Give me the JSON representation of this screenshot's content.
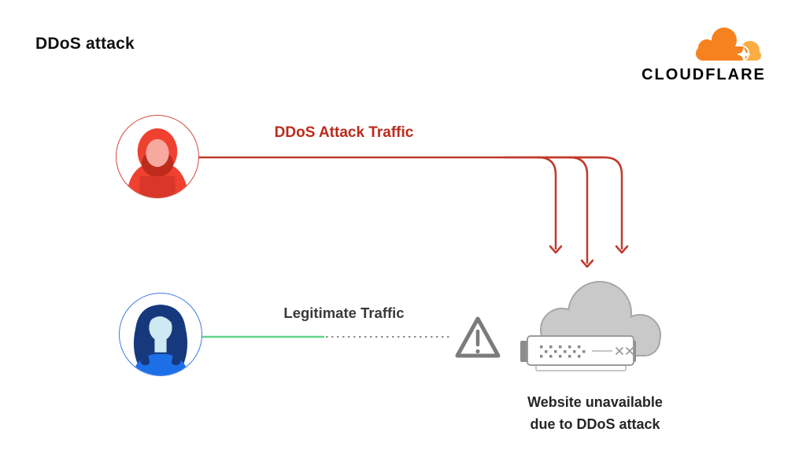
{
  "page": {
    "background": "#ffffff",
    "title": "DDoS attack"
  },
  "logo": {
    "wordmark": "CLOUDFLARE",
    "colors": {
      "cloud": "#F6821F",
      "cloud_light": "#FBAD41",
      "text": "#000000"
    }
  },
  "attack": {
    "label": "DDoS Attack Traffic",
    "arrow_count": 3,
    "colors": {
      "label": "#BB2A1B",
      "line": "#C13A2C"
    },
    "actor_colors": {
      "ring": "#D4473C",
      "hood": "#EF4130",
      "hood_shadow": "#BE2B1D",
      "face": "#F7A9A0",
      "laptop": "#D8372A"
    }
  },
  "legitimate": {
    "label": "Legitimate Traffic",
    "colors": {
      "label": "#3A3A3A",
      "line_green": "#5FD68B",
      "line_dotted": "#8F8F8F"
    },
    "actor_colors": {
      "ring": "#3B7BE8",
      "hair": "#16397E",
      "face": "#CFE9F2",
      "shirt": "#1D6FE8"
    }
  },
  "warning": {
    "color": "#7B7B7B"
  },
  "website": {
    "caption_line1": "Website unavailable",
    "caption_line2": "due to DDoS attack",
    "colors": {
      "cloud": "#C9C9C9",
      "cloud_stroke": "#A6A6A6",
      "server_fill": "#FFFFFF",
      "server_border": "#9B9B9B",
      "server_tab": "#8C8C8C",
      "server_dots": "#8A8A8A",
      "caption": "#262626"
    }
  }
}
